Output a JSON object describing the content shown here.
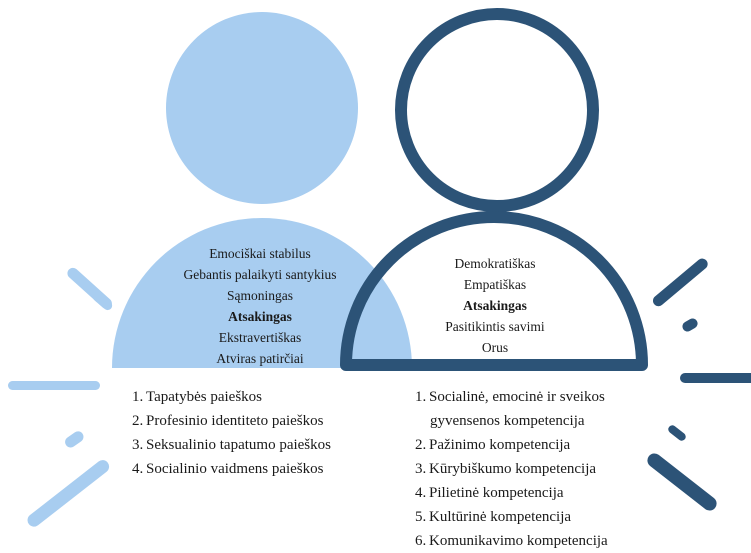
{
  "left_person": {
    "color": "#a8cdf0",
    "traits": [
      {
        "text": "Emocišk­ai stabilus",
        "bold": false
      },
      {
        "text": "Gebantis palaikyti santykius",
        "bold": false
      },
      {
        "text": "Sąmoningas",
        "bold": false
      },
      {
        "text": "Atsakingas",
        "bold": true
      },
      {
        "text": "Ekstravertiškas",
        "bold": false
      },
      {
        "text": "Atviras patirčiai",
        "bold": false
      }
    ],
    "list": [
      {
        "num": "1.",
        "text": "Tapatybės paieškos"
      },
      {
        "num": "2.",
        "text": "Profesinio identiteto paieškos"
      },
      {
        "num": "3.",
        "text": "Seksualinio tapatumo paieškos"
      },
      {
        "num": "4.",
        "text": "Socialinio vaidmens paieškos"
      }
    ]
  },
  "right_person": {
    "color": "#2c5377",
    "traits": [
      {
        "text": "Demokratiškas",
        "bold": false
      },
      {
        "text": "Empatiškas",
        "bold": false
      },
      {
        "text": "Atsakingas",
        "bold": true
      },
      {
        "text": "Pasitikintis savimi",
        "bold": false
      },
      {
        "text": "Orus",
        "bold": false
      }
    ],
    "list": [
      {
        "num": "1.",
        "text": "Socialinė, emocinė ir sveikos"
      },
      {
        "num": "",
        "text": "gyvensenos kompetencija"
      },
      {
        "num": "2.",
        "text": "Pažinimo kompetencija"
      },
      {
        "num": "3.",
        "text": "Kūrybiškumo kompetencija"
      },
      {
        "num": "4.",
        "text": "Pilietinė kompetencija"
      },
      {
        "num": "5.",
        "text": "Kultūrinė kompetencija"
      },
      {
        "num": "6.",
        "text": "Komunikavimo kompetencija"
      }
    ]
  }
}
